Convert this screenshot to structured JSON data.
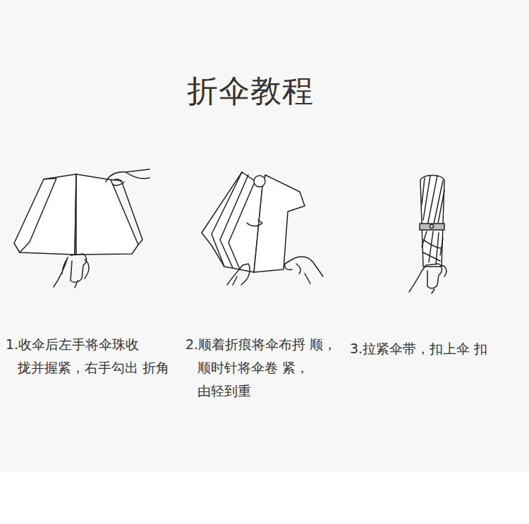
{
  "diagram": {
    "title": "折伞教程",
    "labels": [
      "1.收伞后左手将伞珠收 拢并握紧，右手勾出 折角",
      "2.顺着折痕将伞布捋 顺，顺时针将伞卷 紧，由轻到重",
      "3.拉紧伞带，扣上伞 扣"
    ]
  }
}
